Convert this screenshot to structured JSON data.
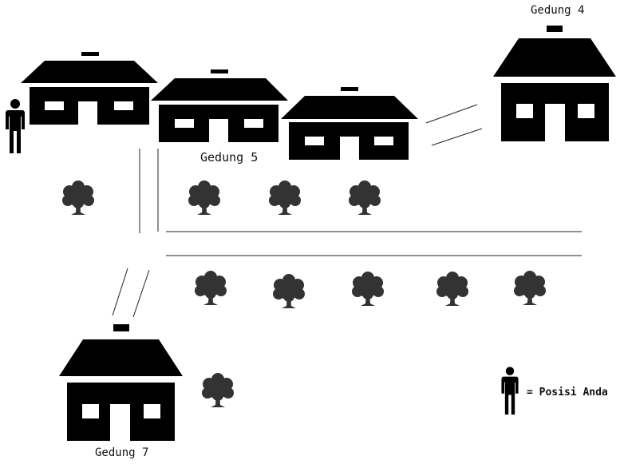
{
  "labels": {
    "gedung4": "Gedung 4",
    "gedung5": "Gedung 5",
    "gedung7": "Gedung 7"
  },
  "legend": {
    "text": "= Posisi Anda"
  },
  "colors": {
    "ink": "#000000",
    "tree": "#333333",
    "line": "#222222"
  },
  "icons": {
    "building": "building-icon",
    "tree": "tree-icon",
    "person": "person-icon"
  }
}
